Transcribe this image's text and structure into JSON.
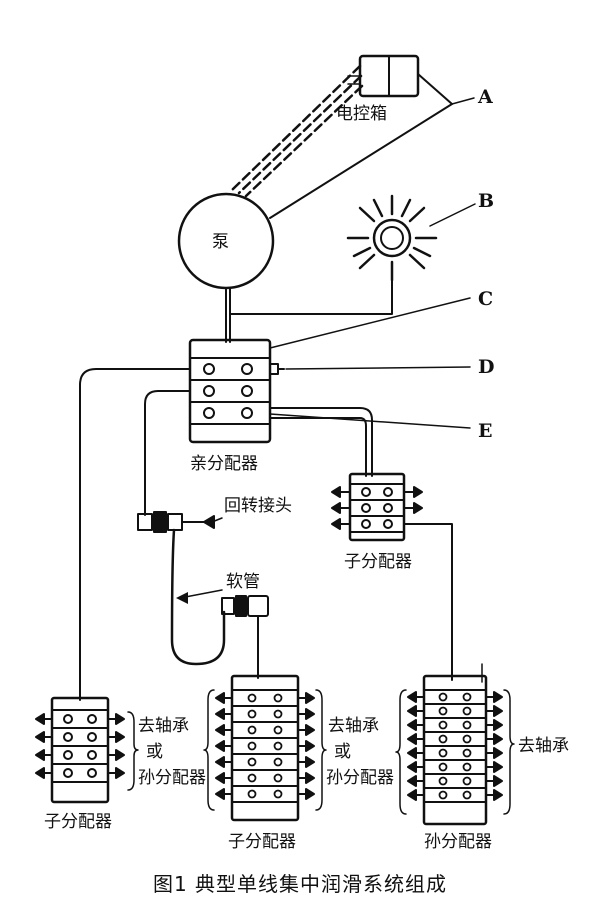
{
  "labels": {
    "control_box": "电控箱",
    "pump": "泵",
    "main_distributor": "亲分配器",
    "swivel_joint": "回转接头",
    "hose": "软管",
    "sub_distributor_mid": "子分配器",
    "sub_distributor_left": "子分配器",
    "sub_distributor_center": "子分配器",
    "grandchild_distributor": "孙分配器",
    "to_bearing_left_1": "去轴承",
    "to_bearing_left_2": "或",
    "to_bearing_left_3": "孙分配器",
    "to_bearing_center_1": "去轴承",
    "to_bearing_center_2": "或",
    "to_bearing_center_3": "孙分配器",
    "to_bearing_right": "去轴承"
  },
  "letters": {
    "a": "A",
    "b": "B",
    "c": "C",
    "d": "D",
    "e": "E"
  },
  "caption": "图1   典型单线集中润滑系统组成"
}
